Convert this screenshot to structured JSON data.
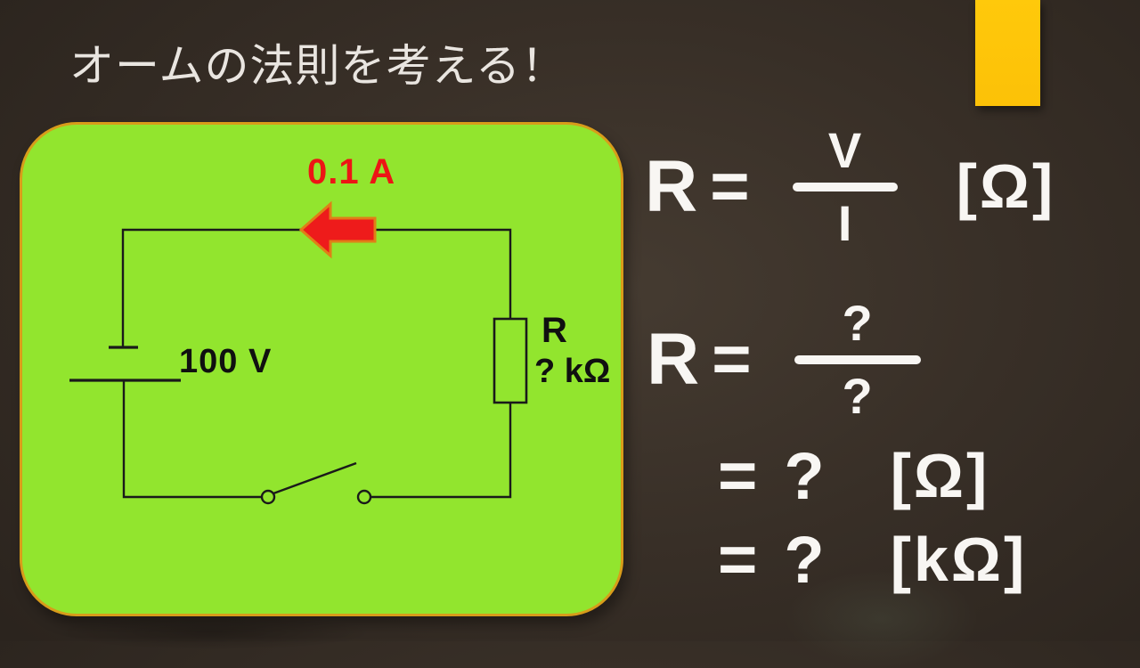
{
  "slide": {
    "title": "オームの法則を考える！",
    "accent_bar_color": "#FFC50A",
    "background_color": "#352D26"
  },
  "circuit": {
    "current_label": "0.1 A",
    "voltage_label": "100 V",
    "resistor_name": "R",
    "resistor_value": "? kΩ",
    "panel_fill": "#92E52E",
    "panel_border": "#D89C1A",
    "arrow_fill": "#EE1B1B",
    "arrow_outline": "#E07F17",
    "current_text_color": "#ED1515",
    "wire_color": "#1A1A1A"
  },
  "formulas": {
    "ohms_law": {
      "lhs": "R",
      "equals": "=",
      "numerator": "V",
      "denominator": "I",
      "unit": "[Ω]"
    },
    "substitution": {
      "lhs": "R",
      "equals": "=",
      "numerator": "?",
      "denominator": "?"
    },
    "result_ohm": {
      "equals": "=",
      "value": "?",
      "unit": "[Ω]"
    },
    "result_kohm": {
      "equals": "=",
      "value": "?",
      "unit": "[kΩ]"
    }
  }
}
